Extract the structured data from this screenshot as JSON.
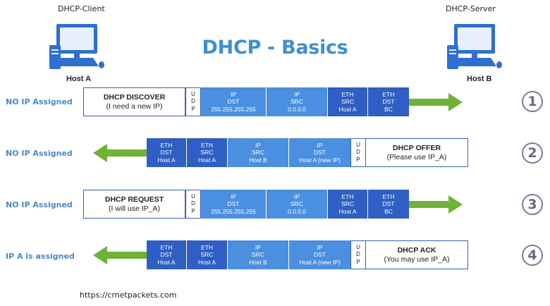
{
  "header": {
    "client_label": "DHCP-Client",
    "server_label": "DHCP-Server",
    "title": "DHCP - Basics",
    "host_a": "Host A",
    "host_b": "Host B"
  },
  "rows": [
    {
      "status": "NO IP Assigned",
      "number": "1",
      "message_title": "DHCP DISCOVER",
      "message_sub": "(I need a new IP)",
      "udp": [
        "U",
        "D",
        "P"
      ],
      "ip_dst": [
        "IP",
        "DST",
        "255.255.255.255"
      ],
      "ip_src": [
        "IP",
        "SRC",
        "0.0.0.0"
      ],
      "eth_src": [
        "ETH",
        "SRC",
        "Host A"
      ],
      "eth_dst": [
        "ETH",
        "DST",
        "BC"
      ]
    },
    {
      "status": "NO IP Assigned",
      "number": "2",
      "eth_dst": [
        "ETH",
        "DST",
        "Host A"
      ],
      "eth_src": [
        "ETH",
        "SRC",
        "Host A"
      ],
      "ip_src": [
        "IP",
        "SRC",
        "Host B"
      ],
      "ip_dst": [
        "IP",
        "DST",
        "Host A (new IP)"
      ],
      "udp": [
        "U",
        "D",
        "P"
      ],
      "message_title": "DHCP OFFER",
      "message_sub": "(Please use IP_A)"
    },
    {
      "status": "NO IP Assigned",
      "number": "3",
      "message_title": "DHCP REQUEST",
      "message_sub": "(I will use IP_A)",
      "udp": [
        "U",
        "D",
        "P"
      ],
      "ip_dst": [
        "IP",
        "DST",
        "255.255.255.255"
      ],
      "ip_src": [
        "IP",
        "SRC",
        "0.0.0.0"
      ],
      "eth_src": [
        "ETH",
        "SRC",
        "Host A"
      ],
      "eth_dst": [
        "ETH",
        "DST",
        "BC"
      ]
    },
    {
      "status": "IP A is assigned",
      "number": "4",
      "eth_dst": [
        "ETH",
        "DST",
        "Host A"
      ],
      "eth_src": [
        "ETH",
        "SRC",
        "Host A"
      ],
      "ip_src": [
        "IP",
        "SRC",
        "Host B"
      ],
      "ip_dst": [
        "IP",
        "DST",
        "Host A (new IP)"
      ],
      "udp": [
        "U",
        "D",
        "P"
      ],
      "message_title": "DHCP ACK",
      "message_sub": "(You may use IP_A)"
    }
  ],
  "footer": {
    "url": "https://crnetpackets.com"
  },
  "colors": {
    "title": "#3f8fd2",
    "status": "#4a8ac8",
    "ip_cell": "#4b8fe0",
    "eth_cell": "#2f5fc4",
    "arrow": "#70b237",
    "computer": "#2f6fd0"
  },
  "icons": [
    "computer-icon-client",
    "computer-icon-server",
    "arrow-right-icon",
    "arrow-left-icon"
  ]
}
